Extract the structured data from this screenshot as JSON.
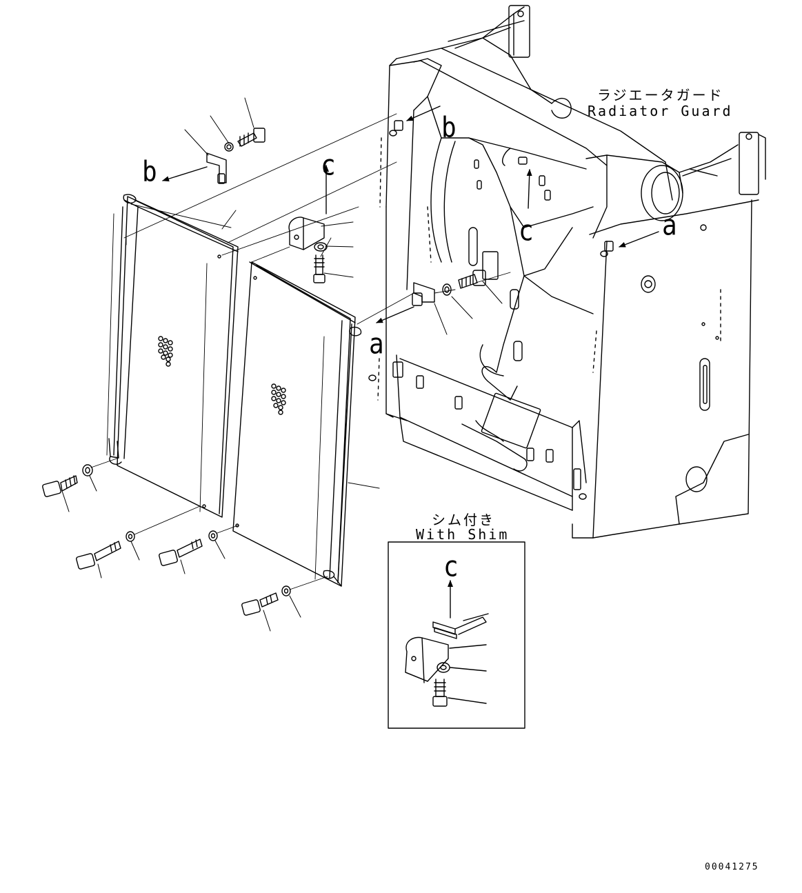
{
  "labels": {
    "radiator_guard_jp": "ラジエータガード",
    "radiator_guard_en": "Radiator Guard",
    "with_shim_jp": "シム付き",
    "with_shim_en": "With Shim",
    "doc_number": "00041275"
  },
  "view_markers": {
    "a": "a",
    "b": "b",
    "c": "c"
  },
  "colors": {
    "line": "#000000",
    "background": "#ffffff"
  }
}
